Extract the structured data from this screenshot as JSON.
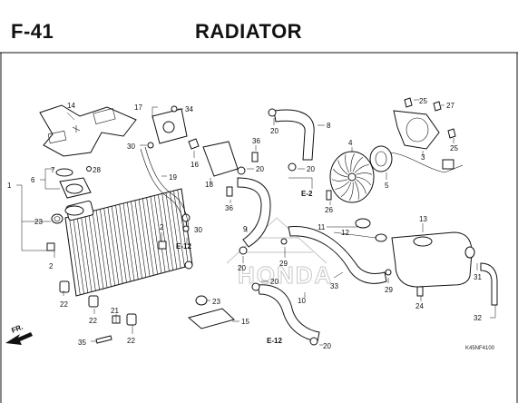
{
  "header": {
    "code": "F-41",
    "title": "RADIATOR"
  },
  "ref_code": "K45NF4100",
  "watermark": "HONDA",
  "fr_label": "FR.",
  "ref_labels": {
    "e12_a": "E-12",
    "e12_b": "E-12",
    "e2": "E-2"
  },
  "part_numbers": {
    "p1": "1",
    "p2a": "2",
    "p2b": "2",
    "p3": "3",
    "p4": "4",
    "p5": "5",
    "p6": "6",
    "p7": "7",
    "p8": "8",
    "p9": "9",
    "p10": "10",
    "p11": "11",
    "p12": "12",
    "p13": "13",
    "p14": "14",
    "p15": "15",
    "p16": "16",
    "p17": "17",
    "p18": "18",
    "p19": "19",
    "p20a": "20",
    "p20b": "20",
    "p20c": "20",
    "p20d": "20",
    "p20e": "20",
    "p20f": "20",
    "p21": "21",
    "p22a": "22",
    "p22b": "22",
    "p22c": "22",
    "p23a": "23",
    "p23b": "23",
    "p24": "24",
    "p25a": "25",
    "p25b": "25",
    "p26": "26",
    "p27": "27",
    "p28": "28",
    "p29a": "29",
    "p29b": "29",
    "p30a": "30",
    "p30b": "30",
    "p31": "31",
    "p32": "32",
    "p33": "33",
    "p34": "34",
    "p35": "35",
    "p36a": "36",
    "p36b": "36"
  }
}
